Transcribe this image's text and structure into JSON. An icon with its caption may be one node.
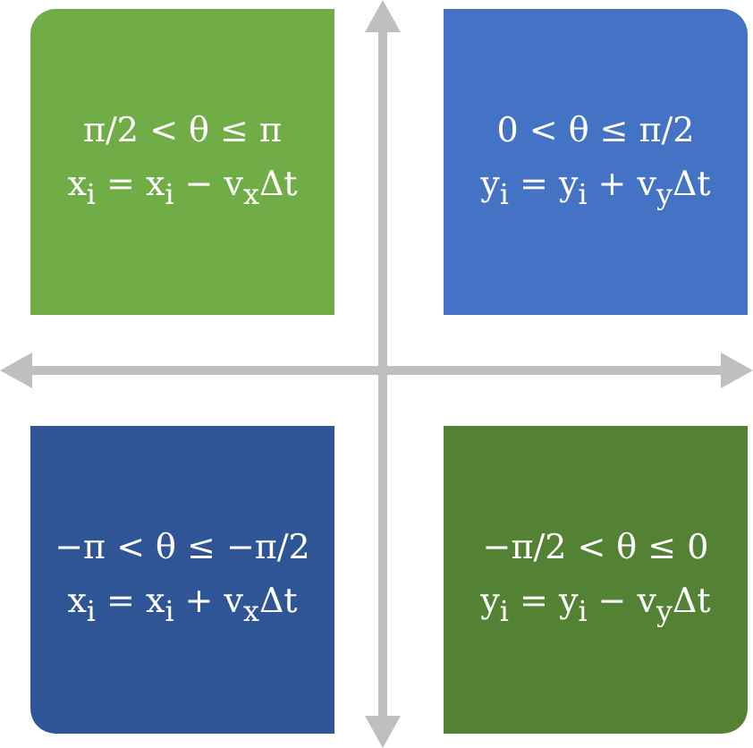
{
  "diagram": {
    "nodes": [
      {
        "text": [
          "π/2 < θ ≤ π",
          "x$_{i}$ = x$_{i}$ − v$_{x}$Δt"
        ]
      },
      {
        "text": [
          "0 < θ ≤ π/2",
          "y$_{i}$ = y$_{i}$ + v$_{y}$Δt"
        ]
      },
      {
        "text": [
          "−π < θ ≤ −π/2",
          "x$_{i}$ = x$_{i}$ + v$_{x}$Δt"
        ]
      },
      {
        "text": [
          "−π/2 < θ ≤ 0",
          "y$_{i}$ = y$_{i}$ − v$_{y}$Δt"
        ]
      }
    ]
  }
}
